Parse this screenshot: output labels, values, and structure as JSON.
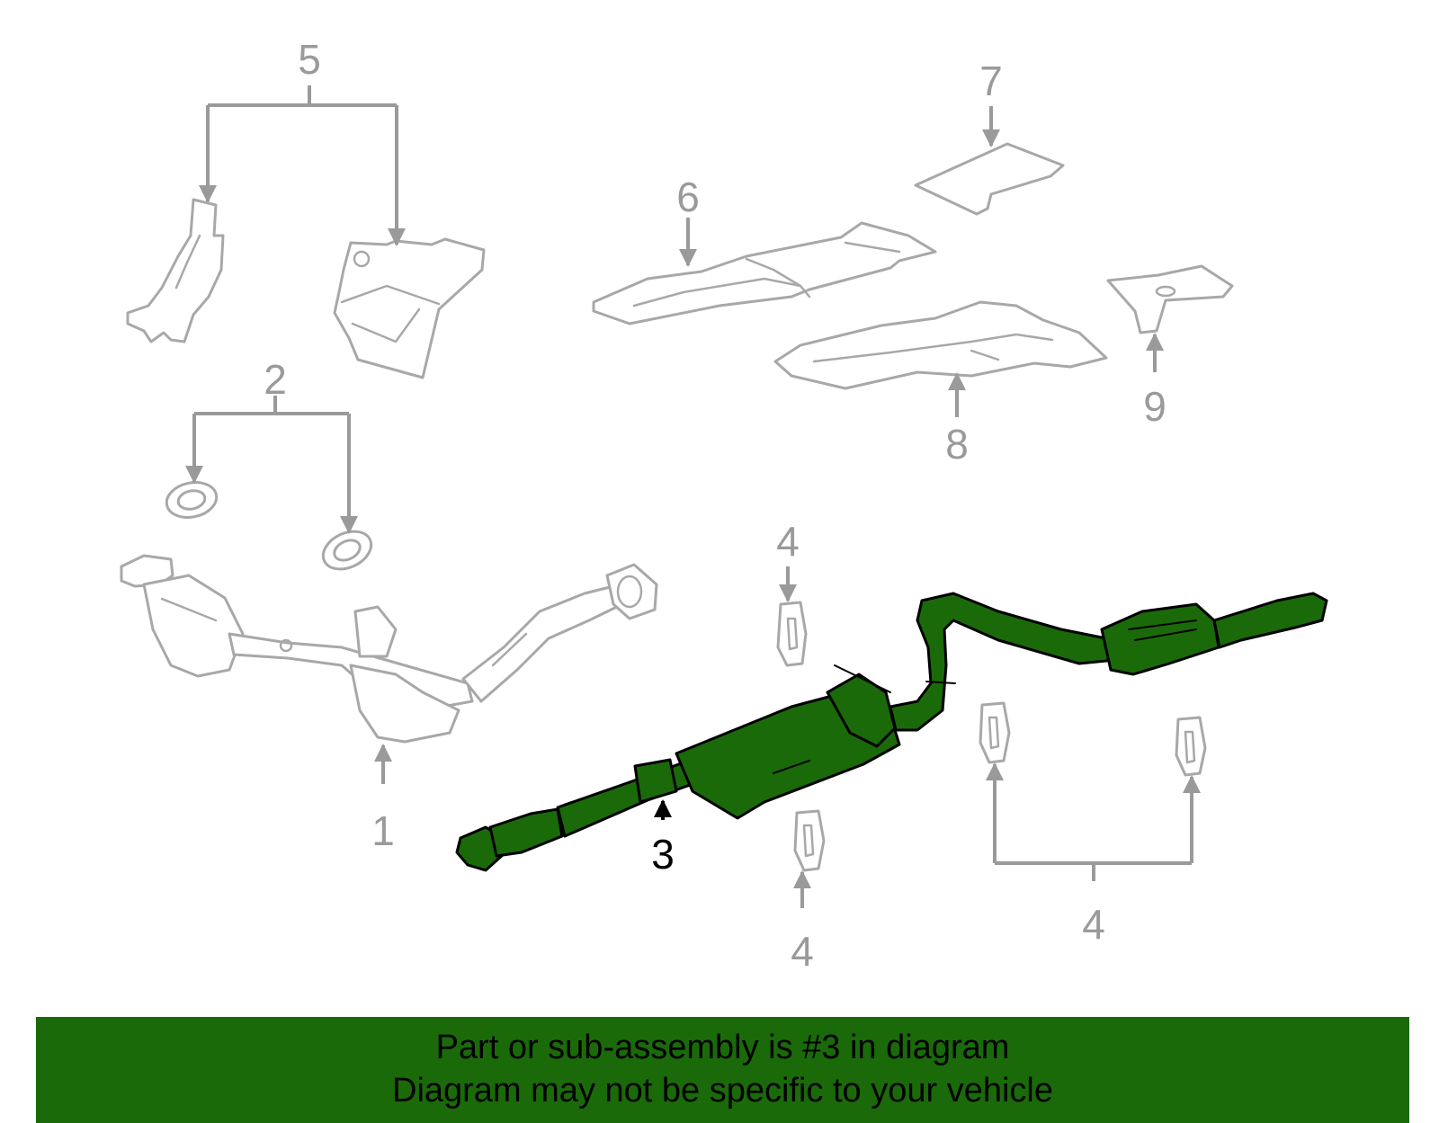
{
  "callouts": {
    "c1": "1",
    "c2": "2",
    "c3": "3",
    "c4a": "4",
    "c4b": "4",
    "c4c": "4",
    "c5": "5",
    "c6": "6",
    "c7": "7",
    "c8": "8",
    "c9": "9"
  },
  "highlighted_part": "3",
  "colors": {
    "highlight": "#1a6a0a",
    "ghost_stroke": "#a8a8a8",
    "callout": "#9a9a9a",
    "banner": "#1a6a0a"
  },
  "banner": {
    "line1": "Part or sub-assembly is #3 in diagram",
    "line2": "Diagram may not be specific to your vehicle"
  }
}
